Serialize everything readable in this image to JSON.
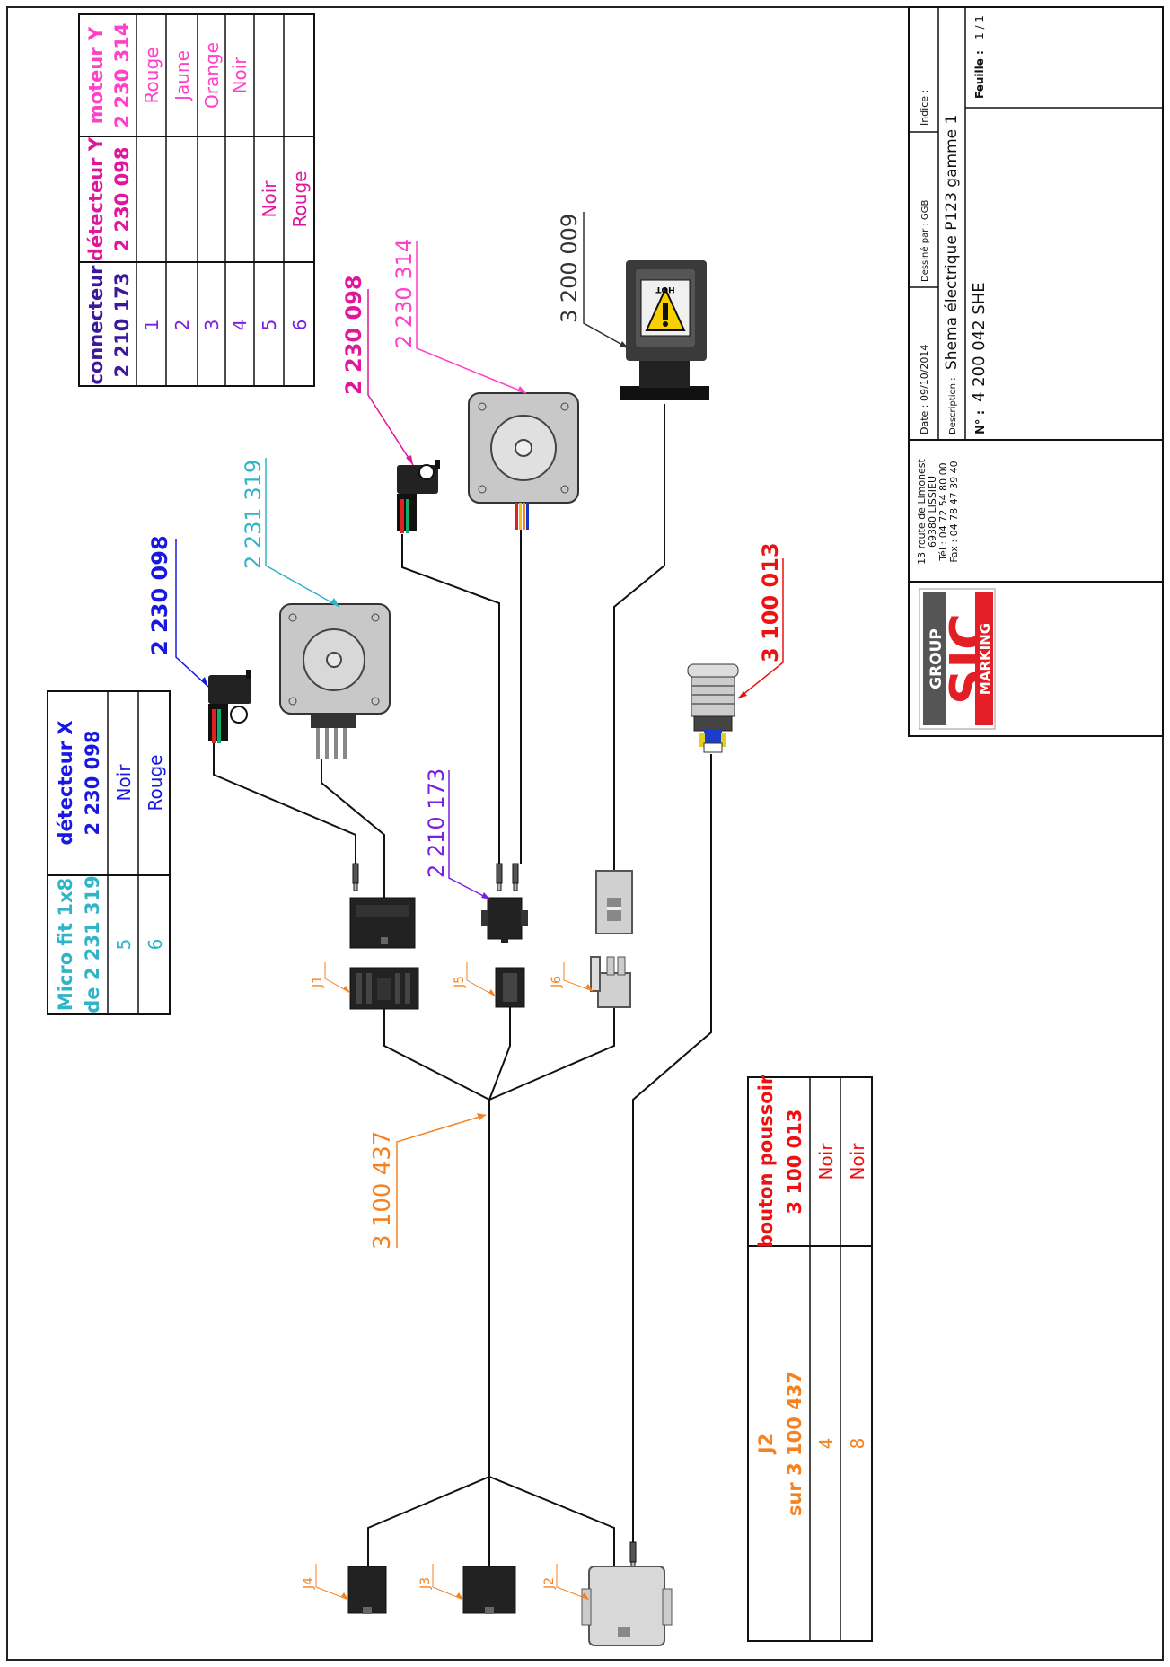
{
  "colors": {
    "magenta": "#e0169c",
    "pink": "#ff40c8",
    "purple": "#7a20e0",
    "blue": "#1818e0",
    "cyan": "#30b4c8",
    "orange": "#f58220",
    "red": "#ee1111",
    "dark": "#333333",
    "wire": "#111111"
  },
  "callouts": {
    "cable_main": "3 100 437",
    "detector_x": "2 230 098",
    "motor_x": "2 231 319",
    "detector_y": "2 230 098",
    "motor_y": "2 230 314",
    "heater": "3 200 009",
    "connector": "2 210 173",
    "push_button": "3 100 013"
  },
  "connector_labels": [
    "J1",
    "J5",
    "J6",
    "J4",
    "J3",
    "J2"
  ],
  "hot_label": "HOT",
  "table_y": {
    "col1_header": [
      "connecteur",
      "2 210 173"
    ],
    "col2_header": [
      "détecteur Y",
      "2 230 098"
    ],
    "col3_header": [
      "moteur Y",
      "2 230 314"
    ],
    "rows": [
      [
        "1",
        "",
        "Rouge"
      ],
      [
        "2",
        "",
        "Jaune"
      ],
      [
        "3",
        "",
        "Orange"
      ],
      [
        "4",
        "",
        "Noir"
      ],
      [
        "5",
        "Noir",
        ""
      ],
      [
        "6",
        "Rouge",
        ""
      ]
    ]
  },
  "table_x": {
    "col1_header": [
      "Micro fit 1x8",
      "de 2 231 319"
    ],
    "col2_header": [
      "détecteur X",
      "2 230 098"
    ],
    "rows": [
      [
        "5",
        "Noir"
      ],
      [
        "6",
        "Rouge"
      ]
    ]
  },
  "table_j2": {
    "col1_header": [
      "J2",
      "sur 3 100 437"
    ],
    "col2_header": [
      "bouton poussoir",
      "3 100 013"
    ],
    "rows": [
      [
        "4",
        "Noir"
      ],
      [
        "8",
        "Noir"
      ]
    ]
  },
  "title_block": {
    "logo": [
      "GROUP",
      "SIC",
      "MARKING"
    ],
    "address": [
      "13 route de Limonest",
      "69380 LISSIEU",
      "Tél : 04 72 54 80 00",
      "Fax : 04 78 47 39 40"
    ],
    "date": "Date : 09/10/2014",
    "drawn_by": "Dessiné par : GGB",
    "index": "Indice :",
    "description_label": "Description :",
    "description": "Shema électrique P123 gamme 1",
    "number_label": "N° :",
    "number": "4 200 042 SHE",
    "sheet_label": "Feuille :",
    "sheet_value": "1 / 1"
  }
}
